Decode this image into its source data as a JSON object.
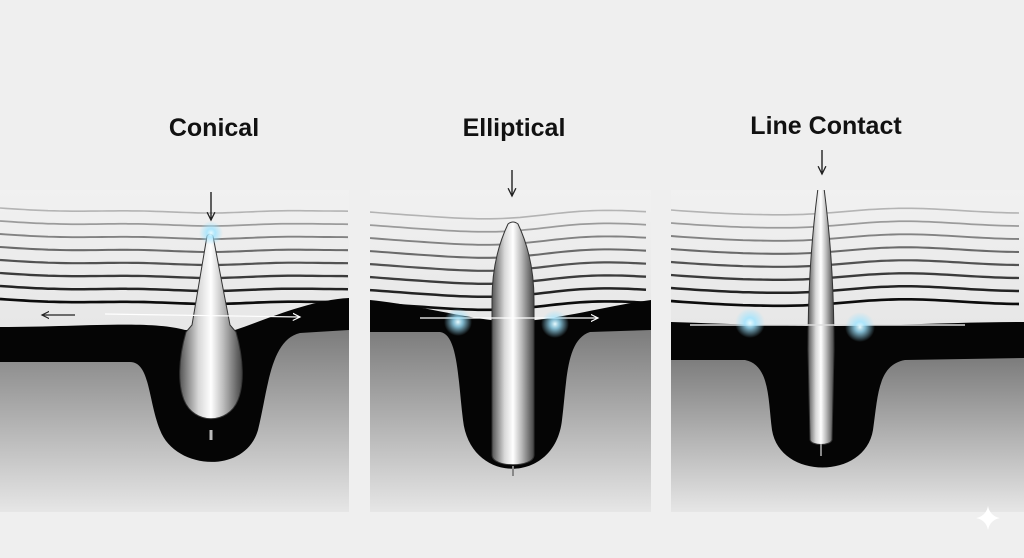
{
  "panels": [
    {
      "title": "Conical"
    },
    {
      "title": "Elliptical"
    },
    {
      "title": "Line Contact"
    }
  ],
  "colors": {
    "background": "#efefef",
    "groove": "#050505",
    "glow": "#9fe4ff"
  }
}
